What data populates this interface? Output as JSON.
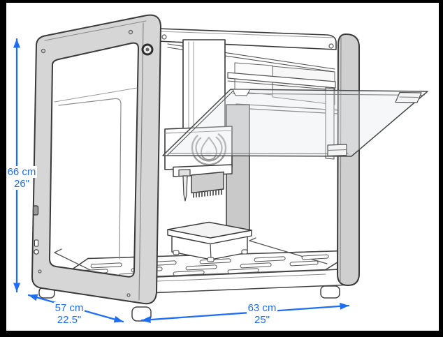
{
  "illustration": {
    "type": "line-drawing",
    "subject": "desktop-cnc-milling-machine",
    "parts": [
      "left-side-panel",
      "right-side-panel",
      "top-rail",
      "open-clear-door",
      "spindle-head",
      "logo-badge",
      "drill-bit",
      "dust-brush",
      "z-column",
      "slotted-bed",
      "accessory-box",
      "base-skirt",
      "leveling-feet",
      "power-button",
      "usb-port"
    ]
  },
  "dimensions": {
    "height": {
      "metric": "66 cm",
      "imperial": "26\""
    },
    "depth": {
      "metric": "57 cm",
      "imperial": "22.5\""
    },
    "width": {
      "metric": "63 cm",
      "imperial": "25\""
    }
  },
  "colors": {
    "annotation": "#1d6ef5",
    "outline": "#3a3a3a",
    "panel": "#d6d6d6",
    "canvas": "#ffffff",
    "border": "#000000"
  }
}
